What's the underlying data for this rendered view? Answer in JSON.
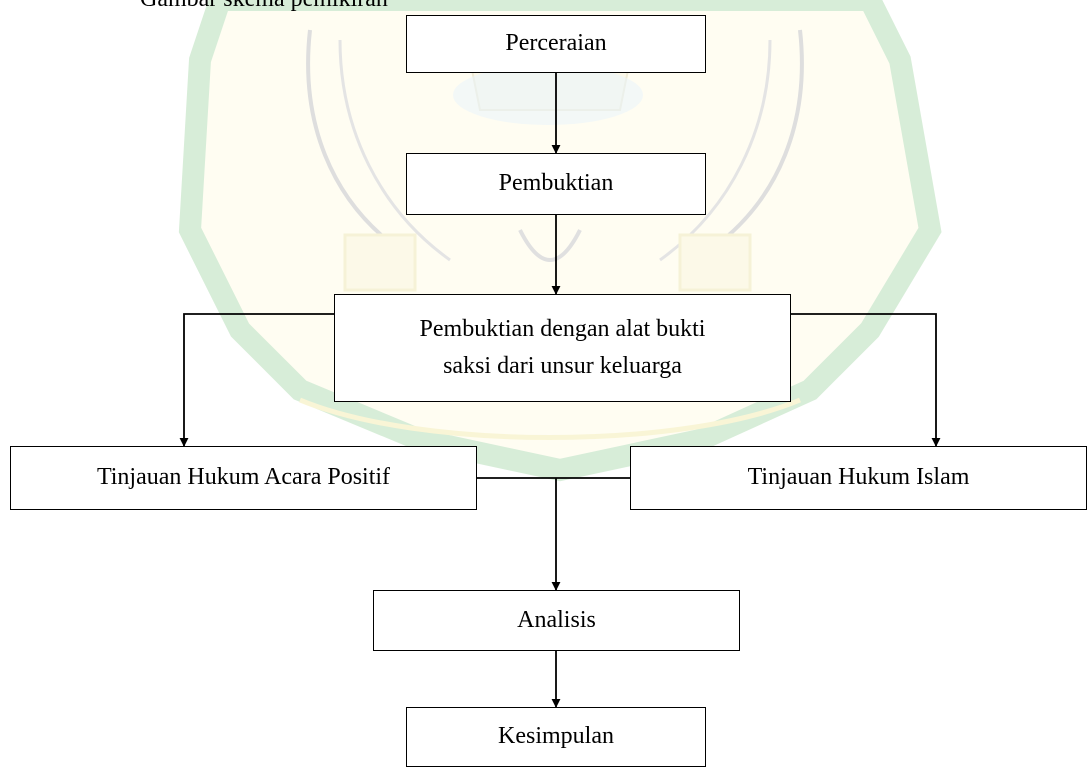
{
  "caption": "Gambar skema pemikiran",
  "nodes": {
    "perceraian": "Perceraian",
    "pembuktian": "Pembuktian",
    "alat_bukti_line1": "Pembuktian dengan alat bukti",
    "alat_bukti_line2": "saksi dari unsur keluarga",
    "hukum_acara": "Tinjauan Hukum Acara Positif",
    "hukum_islam": "Tinjauan Hukum Islam",
    "analisis": "Analisis",
    "kesimpulan": "Kesimpulan"
  },
  "watermark": {
    "green": "#2e9a3c",
    "yellow": "#e8d64a",
    "blue": "#4a9fd8"
  }
}
